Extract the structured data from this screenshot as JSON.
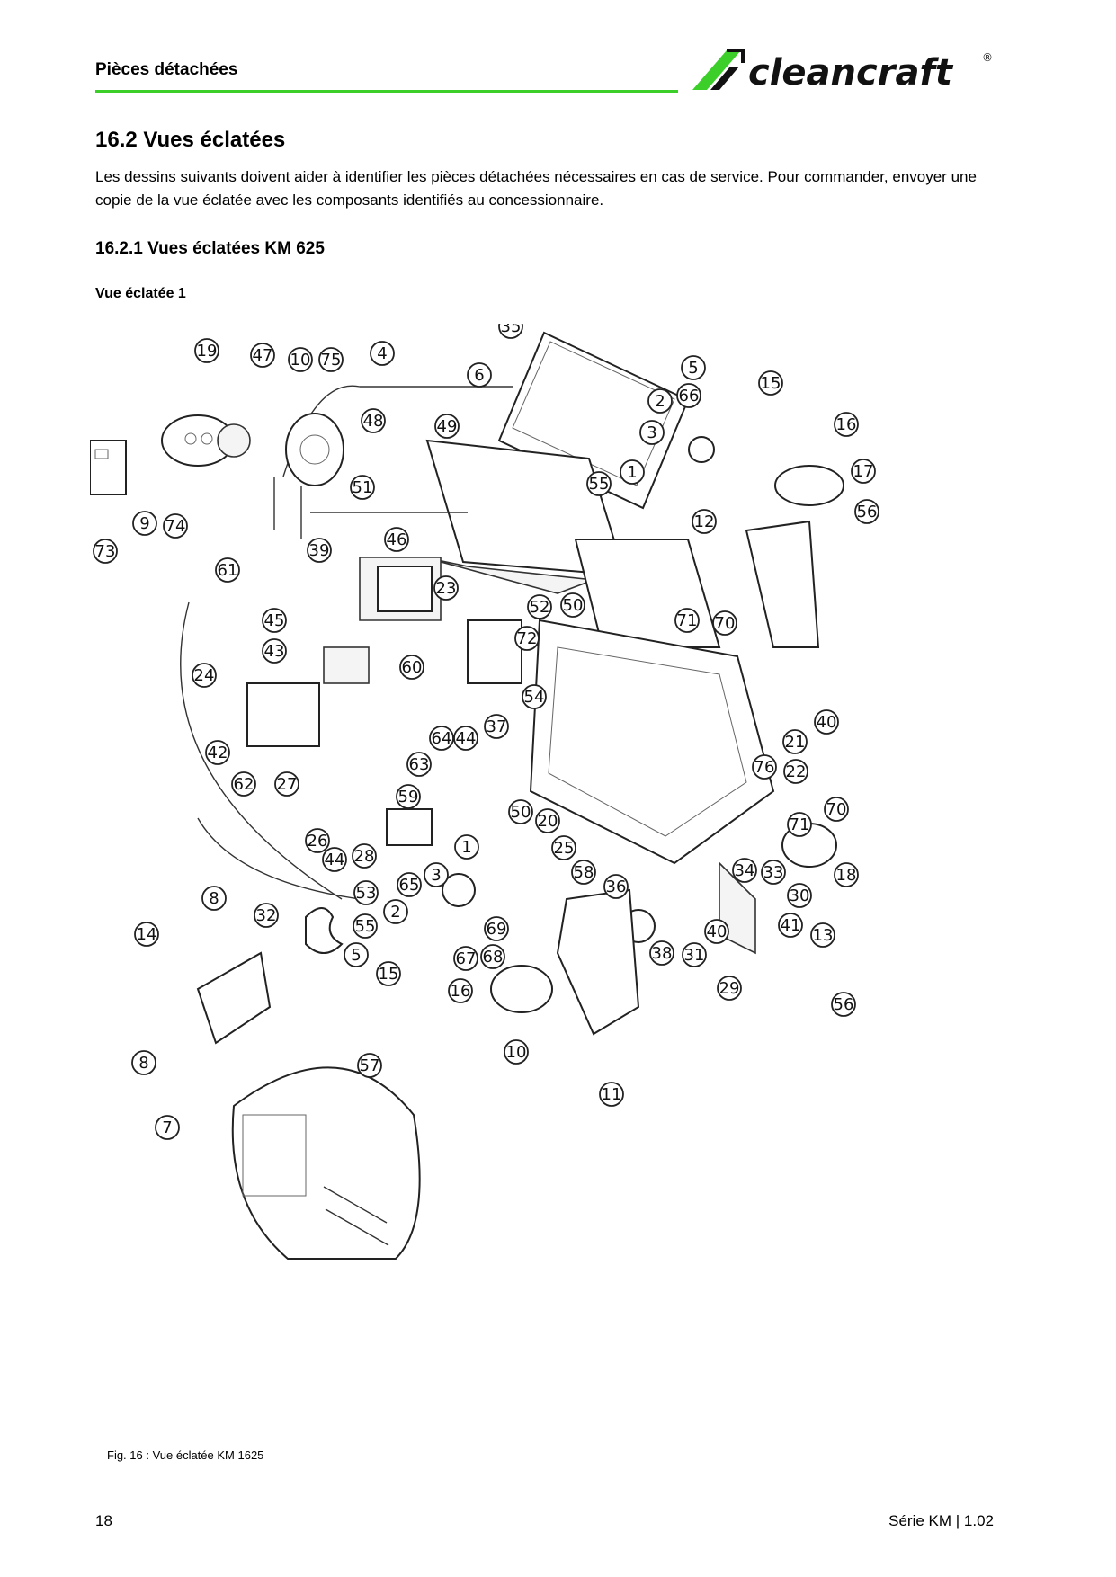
{
  "header": {
    "section": "Pièces détachées",
    "brand": "cleancraft",
    "brand_mark": "®",
    "accent_color": "#3ccf2a"
  },
  "heading": "16.2 Vues éclatées",
  "intro": "Les dessins suivants doivent aider à identifier les pièces détachées nécessaires en cas de service. Pour commander, envoyer une copie de la vue éclatée avec les composants identifiés au concessionnaire.",
  "subheading": "16.2.1 Vues éclatées KM 625",
  "view_title": "Vue éclatée 1",
  "diagram": {
    "callouts": [
      "35",
      "19",
      "47",
      "10",
      "75",
      "4",
      "6",
      "5",
      "66",
      "15",
      "2",
      "3",
      "16",
      "17",
      "56",
      "12",
      "48",
      "49",
      "51",
      "55",
      "1",
      "9",
      "74",
      "73",
      "61",
      "39",
      "46",
      "23",
      "52",
      "50",
      "71",
      "70",
      "45",
      "43",
      "60",
      "72",
      "24",
      "54",
      "37",
      "44",
      "64",
      "42",
      "63",
      "62",
      "27",
      "21",
      "40",
      "22",
      "76",
      "26",
      "59",
      "50",
      "20",
      "25",
      "58",
      "28",
      "53",
      "65",
      "3",
      "2",
      "1",
      "8",
      "32",
      "55",
      "5",
      "69",
      "67",
      "68",
      "14",
      "15",
      "16",
      "36",
      "38",
      "31",
      "40",
      "29",
      "34",
      "33",
      "41",
      "30",
      "13",
      "18",
      "71",
      "70",
      "56",
      "10",
      "11",
      "8",
      "7",
      "57",
      "44"
    ]
  },
  "caption": "Fig. 16 : Vue éclatée KM 1625",
  "footer": {
    "page": "18",
    "series": "Série KM | 1.02"
  }
}
